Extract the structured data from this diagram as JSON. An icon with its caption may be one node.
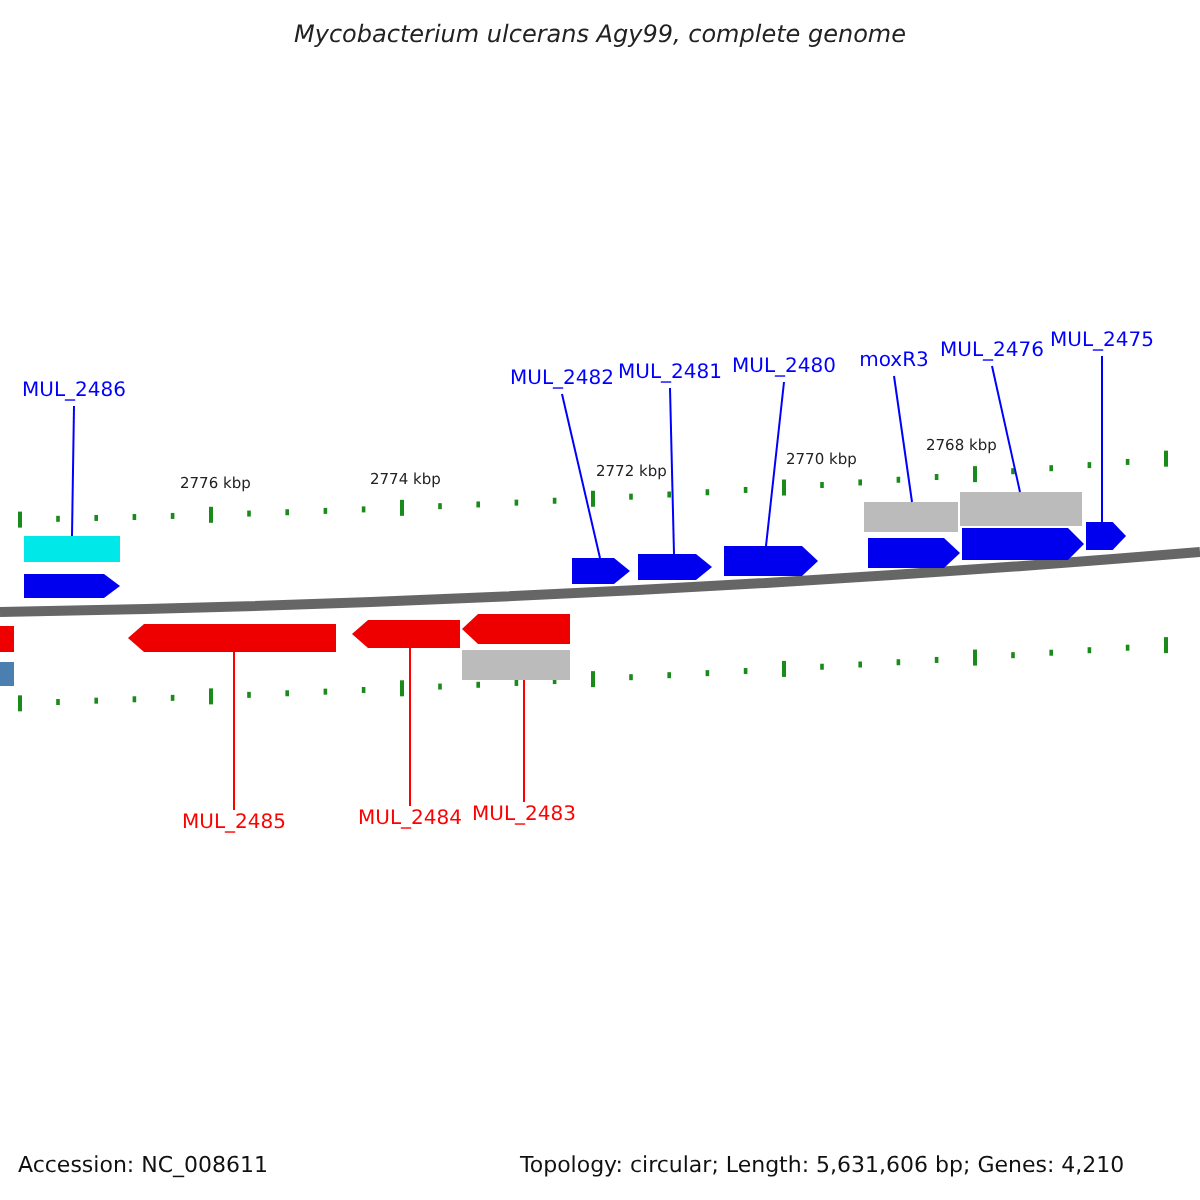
{
  "diagram": {
    "title": "Mycobacterium ulcerans Agy99, complete genome",
    "nodes": [
      {
        "text": [
          "MUL_2486"
        ]
      },
      {
        "text": [
          "MUL_2482"
        ]
      },
      {
        "text": [
          "MUL_2481"
        ]
      },
      {
        "text": [
          "MUL_2480"
        ]
      },
      {
        "text": [
          "moxR3"
        ]
      },
      {
        "text": [
          "MUL_2476"
        ]
      },
      {
        "text": [
          "MUL_2475"
        ]
      },
      {
        "text": [
          "MUL_2485"
        ]
      },
      {
        "text": [
          "MUL_2484"
        ]
      },
      {
        "text": [
          "MUL_2483"
        ]
      },
      {
        "text": [],
        "shape": "box"
      },
      {
        "text": [],
        "shape": "pentagon"
      },
      {
        "text": [],
        "shape": "pentagon"
      },
      {
        "text": [],
        "shape": "pentagon"
      },
      {
        "text": [],
        "shape": "pentagon"
      },
      {
        "text": [],
        "shape": "box"
      },
      {
        "text": [],
        "shape": "pentagon"
      },
      {
        "text": [],
        "shape": "box"
      },
      {
        "text": [],
        "shape": "pentagon"
      },
      {
        "text": [],
        "shape": "pentagon"
      },
      {
        "text": [],
        "shape": "box"
      },
      {
        "text": [],
        "shape": "box"
      },
      {
        "text": [],
        "shape": "pentagon"
      },
      {
        "text": [],
        "shape": "pentagon"
      },
      {
        "text": [],
        "shape": "pentagon"
      },
      {
        "text": [],
        "shape": "box"
      }
    ],
    "edges": [
      {
        "from": 0,
        "to": 10,
        "arrow": "none"
      },
      {
        "from": 1,
        "to": 12,
        "arrow": "none"
      },
      {
        "from": 2,
        "to": 13,
        "arrow": "none"
      },
      {
        "from": 3,
        "to": 14,
        "arrow": "none"
      },
      {
        "from": 4,
        "to": 15,
        "arrow": "none"
      },
      {
        "from": 5,
        "to": 17,
        "arrow": "none"
      },
      {
        "from": 6,
        "to": 19,
        "arrow": "none"
      },
      {
        "from": 7,
        "to": 22,
        "arrow": "none",
        "color": "#ff0000"
      },
      {
        "from": 8,
        "to": 23,
        "arrow": "none",
        "color": "#ff0000"
      },
      {
        "from": 9,
        "to": 25,
        "arrow": "none",
        "color": "#ff0000"
      }
    ],
    "labels": [
      "2776 kbp",
      "2774 kbp",
      "2772 kbp",
      "2770 kbp",
      "2768 kbp",
      "Accession: NC_008611",
      "Topology: circular; Length: 5,631,606 bp; Genes: 4,210"
    ]
  }
}
